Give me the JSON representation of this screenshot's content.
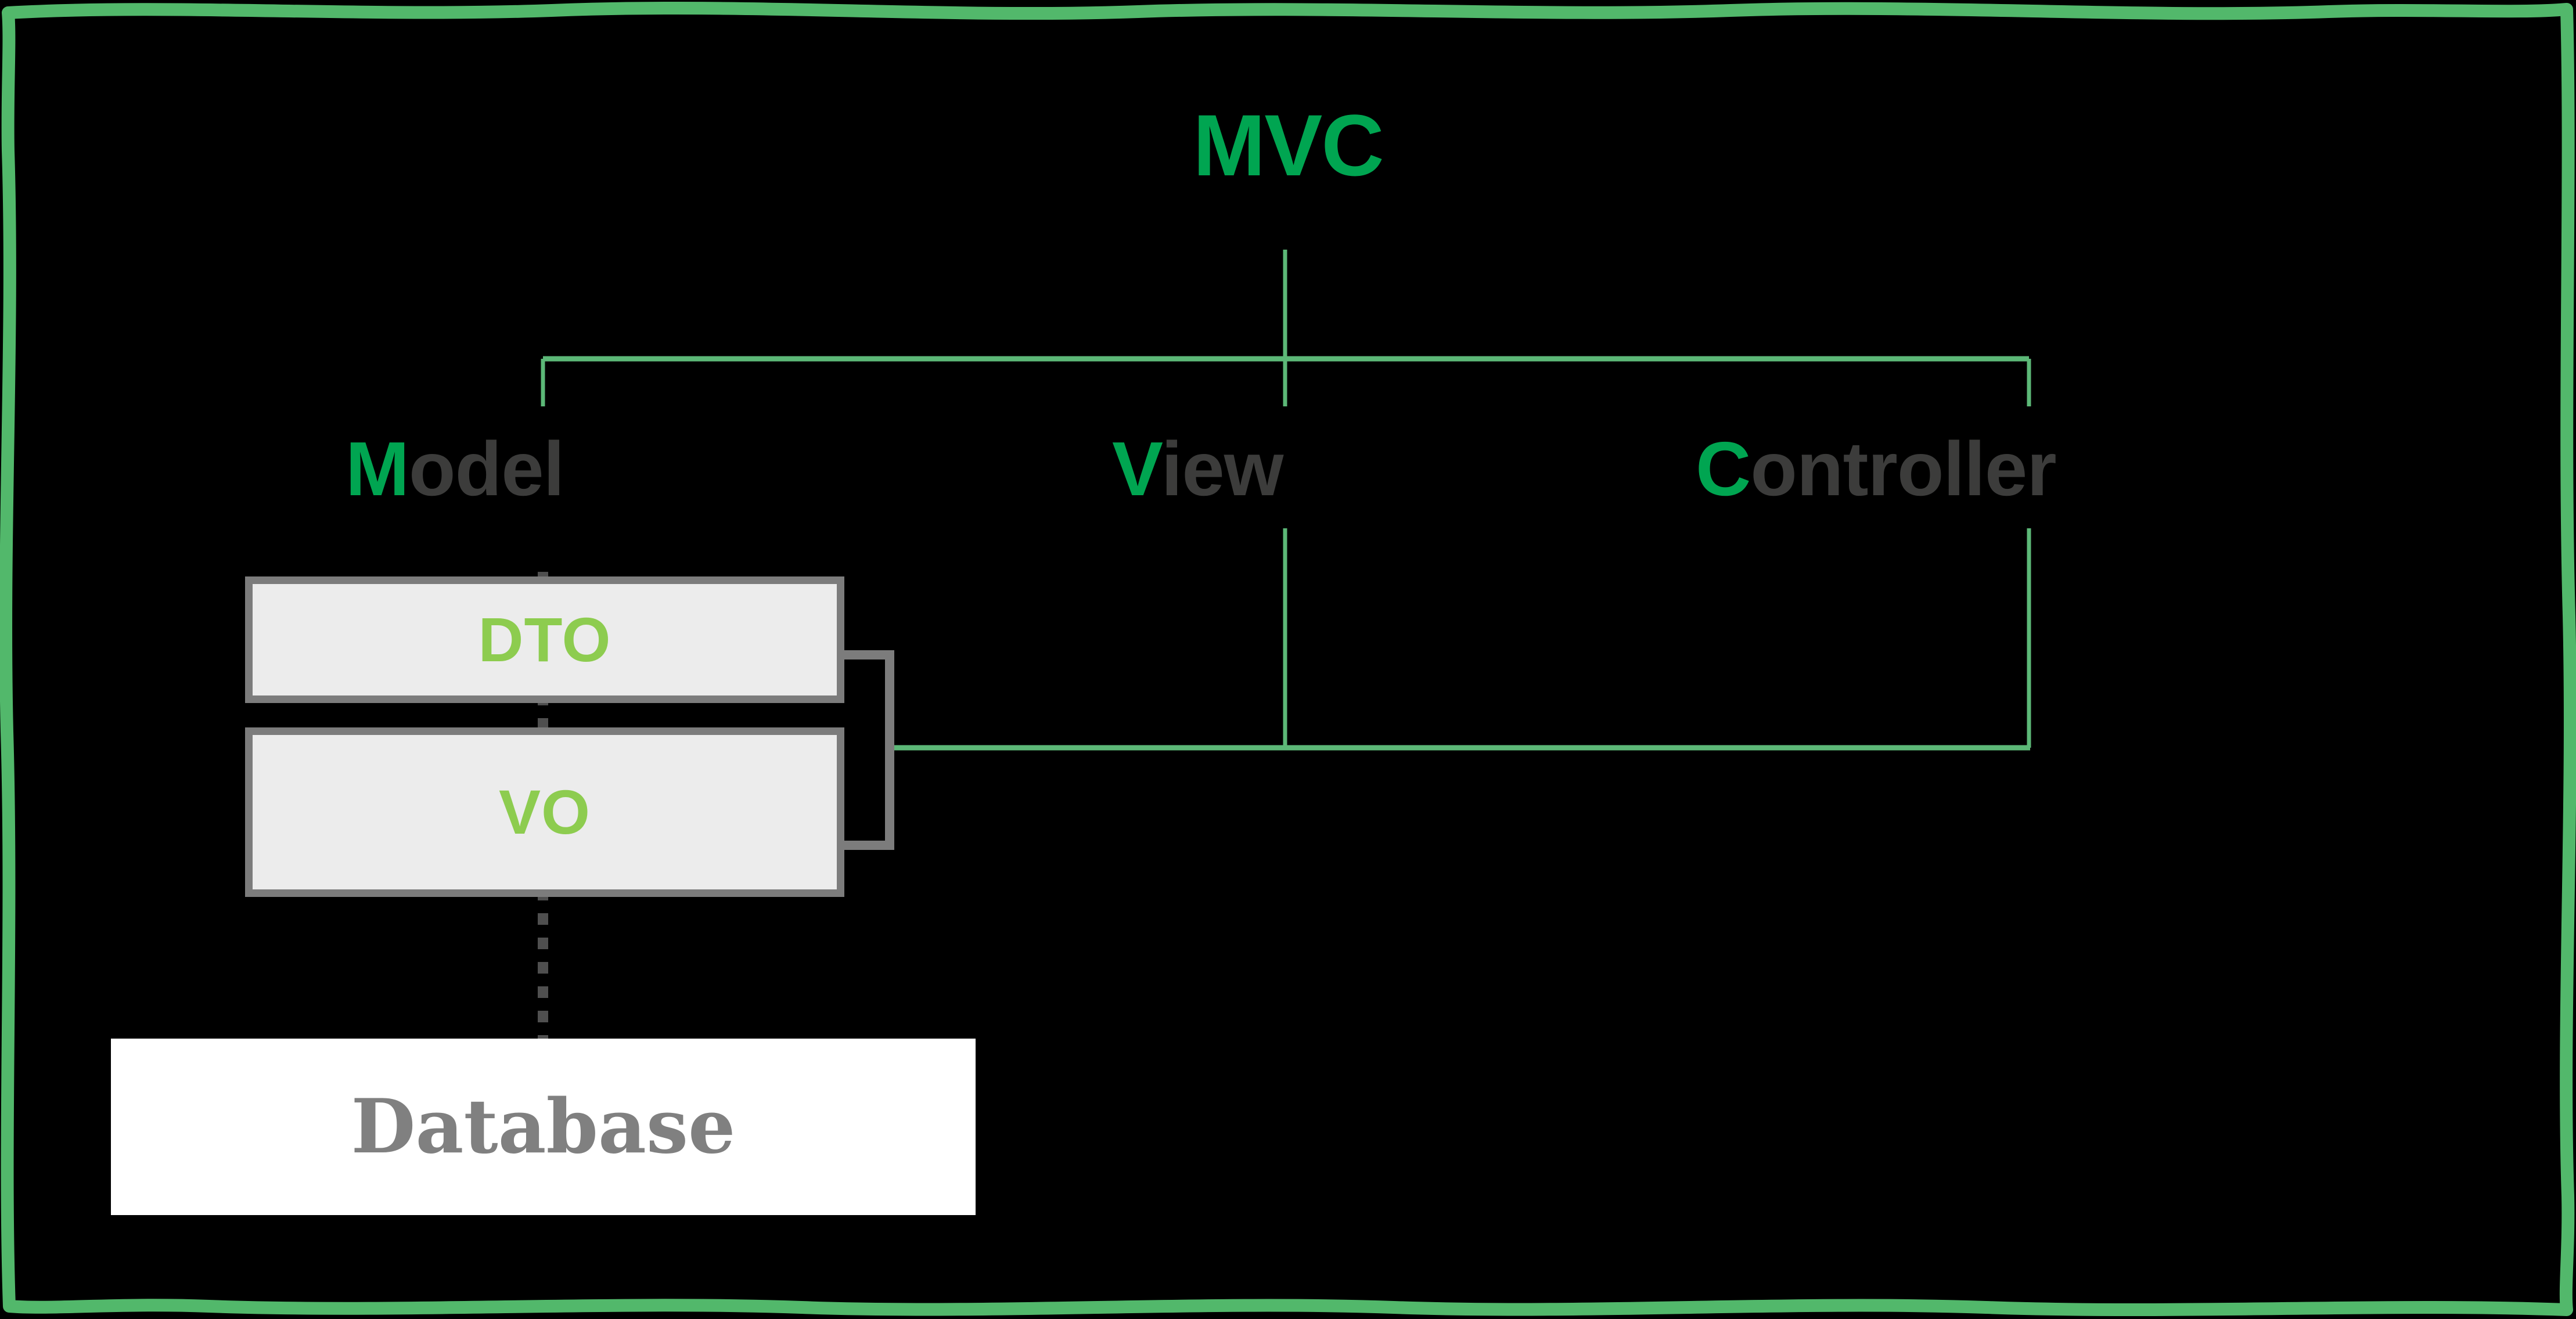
{
  "diagram": {
    "title": "MVC",
    "background_color": "#000000",
    "frame_color": "#52b86b",
    "accent_green": "#00a551",
    "label_gray": "#3c3c3b",
    "box_text_green": "#8dcc4f",
    "box_fill": "#ececec",
    "box_border": "#7c7c7c",
    "database_fill": "#ffffff",
    "database_text": "#808080",
    "connector_green": "#5cb877",
    "connector_gray": "#7c7c7c",
    "dashed_line_color": "#808080"
  },
  "tiers": [
    {
      "id": "model",
      "cap": "M",
      "rest": "odel"
    },
    {
      "id": "view",
      "cap": "V",
      "rest": "iew"
    },
    {
      "id": "controller",
      "cap": "C",
      "rest": "ontroller"
    }
  ],
  "model_boxes": [
    {
      "id": "dto",
      "label": "DTO"
    },
    {
      "id": "vo",
      "label": "VO"
    }
  ],
  "storage": {
    "label": "Database"
  }
}
